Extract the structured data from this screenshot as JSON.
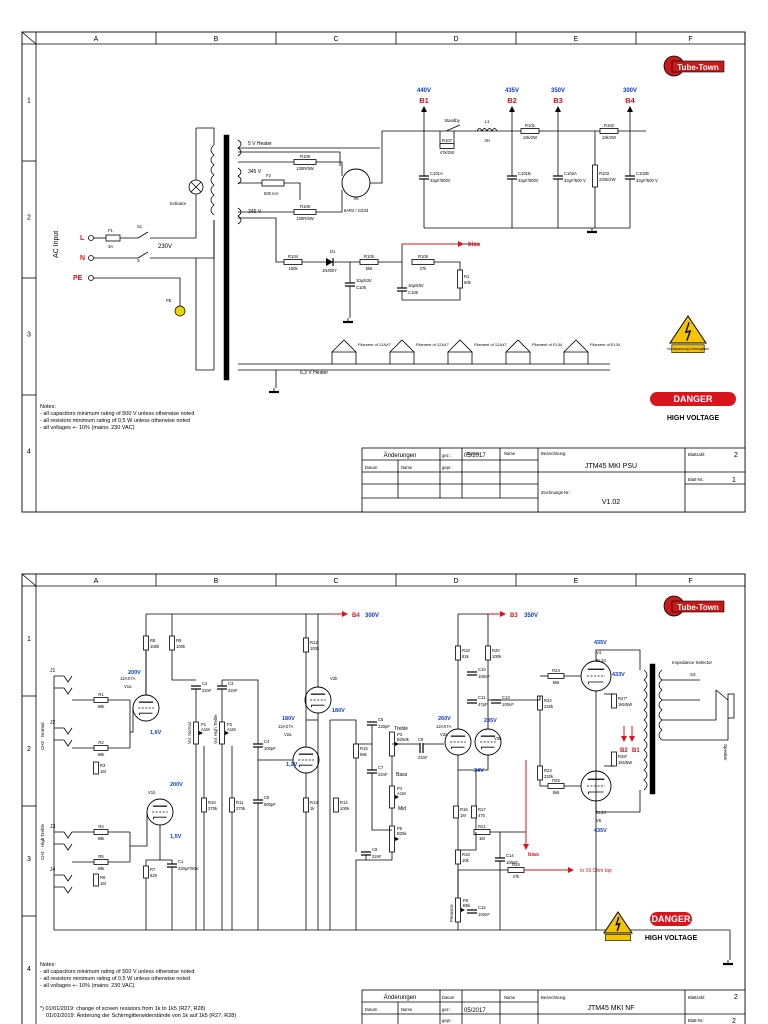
{
  "sheet1": {
    "columns": [
      "A",
      "B",
      "C",
      "D",
      "E",
      "F"
    ],
    "rows": [
      "1",
      "2",
      "3",
      "4"
    ],
    "rails": [
      {
        "voltage": "440V",
        "node": "B1"
      },
      {
        "voltage": "435V",
        "node": "B2"
      },
      {
        "voltage": "350V",
        "node": "B3"
      },
      {
        "voltage": "300V",
        "node": "B4"
      }
    ],
    "ac_input": {
      "title": "AC Input",
      "L": "L",
      "N": "N",
      "PE": "PE",
      "mains": "230V",
      "fuse": "F1",
      "fuse_value": "3A",
      "switch1": "S1",
      "switch2": "S",
      "pe_label": "PE",
      "indicator": "Indicator"
    },
    "transformer": {
      "heater5v": "5 V Heater",
      "sec1": "345 V",
      "sec2": "345 V",
      "heater63": "6,3 V Heater",
      "fuse2": "F2",
      "fuse2_value": "500 mA"
    },
    "rectifier": {
      "v6": "V6",
      "type": "5AR4 / GZ34",
      "r109": "R109",
      "r109v": "100R/5W",
      "r108": "R108",
      "r108v": "100R/5W"
    },
    "filter": {
      "standby": "Standby",
      "l1": "L1",
      "l1v": "3H",
      "r107": "R107",
      "r107v": "47k/2W",
      "r101": "R101",
      "r101v": "10k/2W",
      "r102": "R102",
      "r102v": "10k/2W",
      "r103": "R103",
      "r103v": "220k/2W",
      "c101": "C101A",
      "c101v": "32µF/500V",
      "c101b": "C101B",
      "c101bv": "32µF/500V",
      "c102": "C102A",
      "c102v": "32µF/500 V",
      "c102b": "C102B",
      "c102bv": "32µF/500 V"
    },
    "bias": {
      "label": "bias",
      "r104": "R104",
      "r104v": "150k",
      "d1": "D1",
      "d1v": "1N4007",
      "r105": "R105",
      "r105v": "5k6",
      "r106": "R106",
      "r106v": "27k",
      "c105": "C105",
      "c105v": "10µ/63V",
      "c106": "C106",
      "c106v": "10µ/63V",
      "r1": "R1",
      "r1v": "50k"
    },
    "filaments": [
      "Filament of 12AX7",
      "Filament of 12AX7",
      "Filament of 12AX7",
      "Filament of EL34",
      "Filament of EL34"
    ],
    "notes_title": "Notes:",
    "notes": [
      "- all capacitors minimum rating of 500 V unless otherwise noted",
      "- all resistors minimum rating of 0,5 W unless otherwise noted",
      "- all voltages +- 10% (mains: 230 VAC)"
    ],
    "warning": {
      "sign": "Hochspannung Lebensgefahr",
      "danger": "DANGER",
      "high_voltage": "HIGH VOLTAGE"
    },
    "logo": "Tube-Town",
    "title_block": {
      "changes": "Änderungen",
      "datum": "Datum",
      "name": "Name",
      "gez": "gez.:",
      "gez_date": "05/2017",
      "gepr": "gepr.:",
      "bezeichnung": "Bezeichnung:",
      "title": "JTM45 MKI PSU",
      "zeichnungs_nr": "Zeichnungs-Nr.:",
      "version": "V1.02",
      "blattzahl": "Blattzahl:",
      "blattzahl_v": "2",
      "blatt_nr": "Blatt-Nr.:",
      "blatt_nr_v": "1"
    }
  },
  "sheet2": {
    "columns": [
      "A",
      "B",
      "C",
      "D",
      "E",
      "F"
    ],
    "rows": [
      "1",
      "2",
      "3",
      "4"
    ],
    "rails": [
      {
        "node": "B4",
        "voltage": "300V"
      },
      {
        "node": "B3",
        "voltage": "350V"
      }
    ],
    "inputs": {
      "j1": "J1",
      "j2": "J2",
      "j3": "J3",
      "j4": "J4",
      "ch2": "CH2 · Normal",
      "ch1": "CH1 · High Treble"
    },
    "v1a": {
      "type": "12AX7A",
      "name": "V1a",
      "plate": "200V",
      "cathode": "1,6V"
    },
    "v1b": {
      "name": "V1b",
      "plate": "200V",
      "cathode": "1,5V"
    },
    "v2a": {
      "plate": "180V",
      "type": "12AX7A",
      "name": "V2a",
      "cathode": "1,2V"
    },
    "v2b": {
      "name": "V2b",
      "plate": "180V"
    },
    "v3a": {
      "plate": "260V",
      "type": "12AX7A",
      "name": "V3a"
    },
    "v3b": {
      "plate": "235V",
      "name": "V3b",
      "cathode": "34V"
    },
    "v4": {
      "plate": "435V",
      "name": "V4",
      "type": "EL34",
      "screen": "433V"
    },
    "v5": {
      "type": "EL34",
      "name": "V5",
      "plate": "435V"
    },
    "resistors": [
      {
        "n": "R1",
        "v": "68k"
      },
      {
        "n": "R2",
        "v": "68k"
      },
      {
        "n": "R3",
        "v": "1M"
      },
      {
        "n": "R4",
        "v": "68k"
      },
      {
        "n": "R5",
        "v": "68k"
      },
      {
        "n": "R6",
        "v": "1M"
      },
      {
        "n": "R7",
        "v": "820"
      },
      {
        "n": "R8",
        "v": "100k"
      },
      {
        "n": "R9",
        "v": "100k"
      },
      {
        "n": "R10",
        "v": "270k"
      },
      {
        "n": "R11",
        "v": "270k"
      },
      {
        "n": "R12",
        "v": "100k"
      },
      {
        "n": "R13",
        "v": "1k"
      },
      {
        "n": "R14",
        "v": "100k"
      },
      {
        "n": "R15",
        "v": "56k"
      },
      {
        "n": "R16",
        "v": "1M"
      },
      {
        "n": "R17",
        "v": "470"
      },
      {
        "n": "R18",
        "v": "10k"
      },
      {
        "n": "R19",
        "v": "82k"
      },
      {
        "n": "R20",
        "v": "100k"
      },
      {
        "n": "R21",
        "v": "1M"
      },
      {
        "n": "R22",
        "v": "220k"
      },
      {
        "n": "R23",
        "v": "220k"
      },
      {
        "n": "R24",
        "v": "5k6"
      },
      {
        "n": "R25",
        "v": "5k6"
      },
      {
        "n": "R26",
        "v": "27k"
      },
      {
        "n": "R27*",
        "v": "1k5/5W"
      },
      {
        "n": "R28*",
        "v": "1k5/5W"
      }
    ],
    "caps": [
      {
        "n": "C1",
        "v": "220µF/50V"
      },
      {
        "n": "C2",
        "v": "22nF"
      },
      {
        "n": "C3",
        "v": "22nF"
      },
      {
        "n": "C4",
        "v": "100pF"
      },
      {
        "n": "C5",
        "v": "500pF"
      },
      {
        "n": "C6",
        "v": "220pF"
      },
      {
        "n": "C7",
        "v": "22nF"
      },
      {
        "n": "C8",
        "v": "22nF"
      },
      {
        "n": "C9",
        "v": "22nF"
      },
      {
        "n": "C10",
        "v": "100nF"
      },
      {
        "n": "C11",
        "v": "47pF"
      },
      {
        "n": "C12",
        "v": "100nF"
      },
      {
        "n": "C13",
        "v": "100nF"
      },
      {
        "n": "C14",
        "v": "100nF"
      }
    ],
    "pots": [
      {
        "n": "P1",
        "v": "A1M",
        "label": "Vol. Normal"
      },
      {
        "n": "P2",
        "v": "A1M",
        "label": "Vol. High Treble"
      },
      {
        "n": "P3",
        "v": "B250k",
        "label": "Treble"
      },
      {
        "n": "P4",
        "v": "A1M",
        "label": "Bass"
      },
      {
        "n": "P5",
        "v": "B25k",
        "label": "Mid"
      },
      {
        "n": "P6",
        "v": "B5k",
        "label": "Presence"
      }
    ],
    "output": {
      "impedance": "Impedance Selector",
      "s3": "S3",
      "speaker": "Speaker",
      "b2": "B2",
      "b1": "B1",
      "bias": "bias",
      "tap": "to 16 Ohm tap"
    },
    "notes_title": "Notes:",
    "notes": [
      "- all capacitors minimum rating of 500 V unless otherwise noted",
      "- all resistors minimum rating of 0,5 W unless otherwise noted",
      "- all voltages +- 10% (mains: 230 VAC)"
    ],
    "notes_extra": [
      "*) 01/01/2019: change of screen resistors from 1k to 1k5 (R27, R28)",
      "01/01/2019: Änderung der Schirmgitterwiderstände von 1k auf 1k5 (R27, R28)"
    ],
    "warning": {
      "danger": "DANGER",
      "high_voltage": "HIGH VOLTAGE"
    },
    "logo": "Tube-Town",
    "title_block": {
      "changes": "Änderungen",
      "datum": "Datum",
      "name": "Name",
      "gez": "gez.:",
      "gez_date": "05/2017",
      "gepr": "gepr.:",
      "bezeichnung": "Bezeichnung:",
      "title": "JTM45 MKI NF",
      "blattzahl": "Blattzahl:",
      "blattzahl_v": "2",
      "blatt_nr": "Blatt-Nr.:",
      "blatt_nr_v": "2"
    }
  },
  "colors": {
    "line": "#000000",
    "voltage": "#0b3fd0",
    "node": "#e0101c",
    "danger": "#d8141c",
    "warn": "#f5c400",
    "gnd": "#e8d400"
  }
}
